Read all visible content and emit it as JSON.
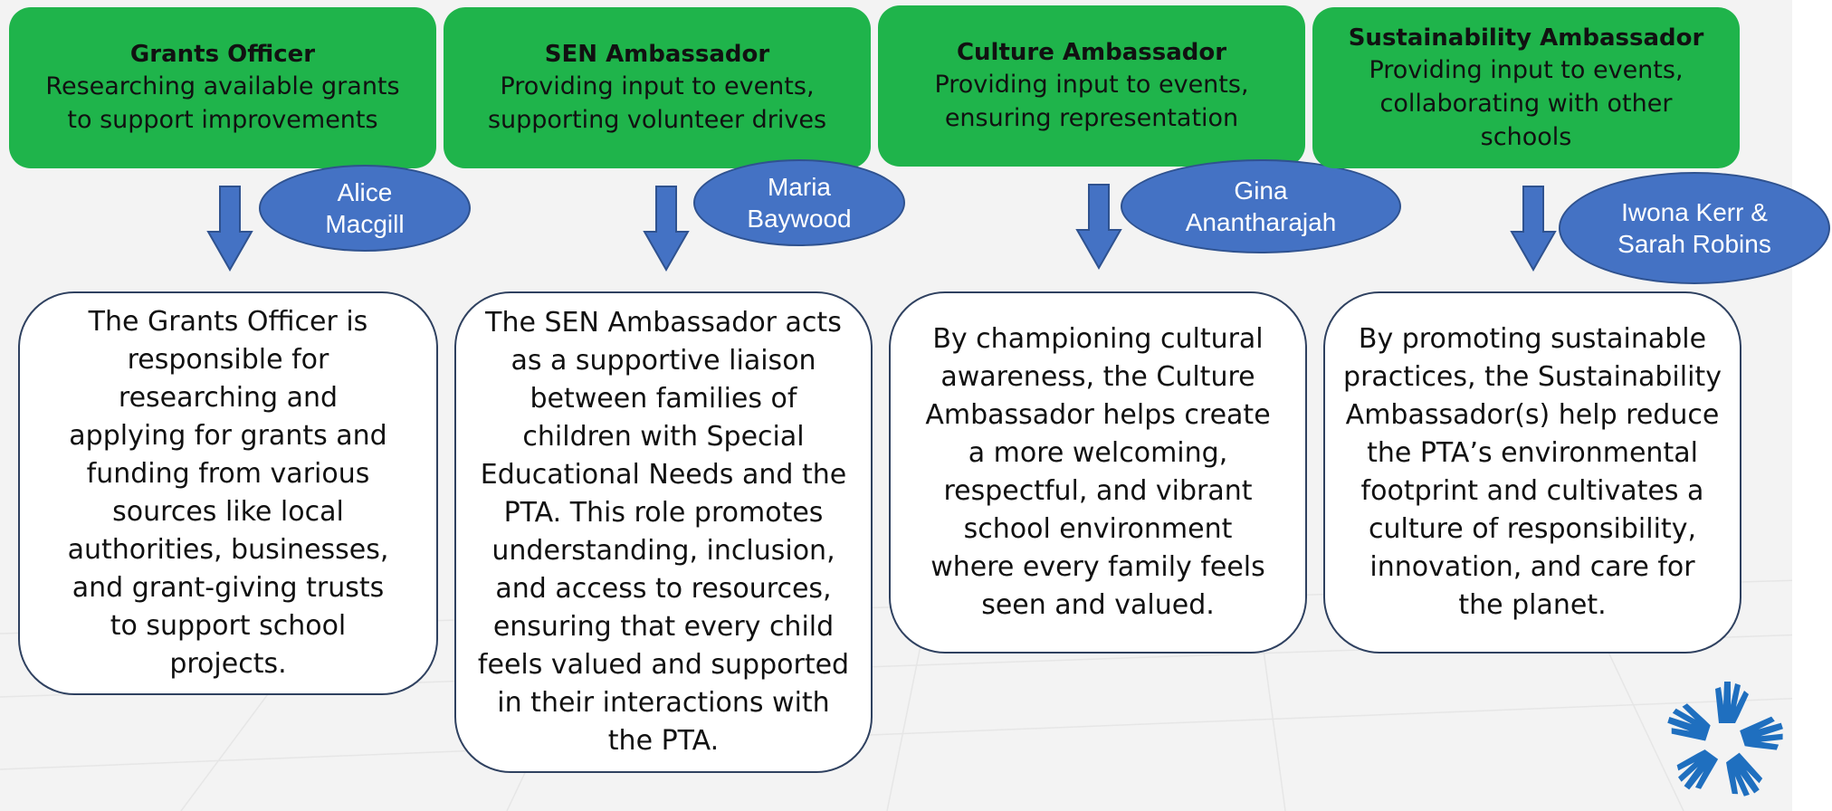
{
  "colors": {
    "role_fill": "#1fb44b",
    "name_fill": "#4472c4",
    "arrow_fill": "#4472c4",
    "box_border": "#2f4160",
    "logo_blue": "#1f6fbf"
  },
  "columns": [
    {
      "role_title": "Grants Officer",
      "role_desc_lines": [
        "Researching available grants",
        "to support improvements"
      ],
      "name_lines": [
        "Alice",
        "Macgill"
      ],
      "description_lines": [
        "The Grants Officer is",
        "responsible for",
        "researching and",
        "applying for grants and",
        "funding from various",
        "sources like local",
        "authorities, businesses,",
        "and grant-giving trusts",
        "to support school",
        "projects."
      ]
    },
    {
      "role_title": "SEN Ambassador",
      "role_desc_lines": [
        "Providing input to events,",
        "supporting volunteer drives"
      ],
      "name_lines": [
        "Maria",
        "Baywood"
      ],
      "description_lines": [
        "The SEN Ambassador acts",
        "as a supportive liaison",
        "between families of",
        "children with Special",
        "Educational Needs and the",
        "PTA. This role promotes",
        "understanding, inclusion,",
        "and access to resources,",
        "ensuring that every child",
        "feels valued and supported",
        "in their interactions with",
        "the PTA."
      ]
    },
    {
      "role_title": "Culture Ambassador",
      "role_desc_lines": [
        "Providing input to events,",
        "ensuring representation"
      ],
      "name_lines": [
        "Gina",
        "Anantharajah"
      ],
      "description_lines": [
        "By championing cultural",
        "awareness, the Culture",
        "Ambassador helps create",
        "a more welcoming,",
        "respectful, and vibrant",
        "school environment",
        "where every family feels",
        "seen and valued."
      ]
    },
    {
      "role_title": "Sustainability Ambassador",
      "role_desc_lines": [
        "Providing input to events,",
        "collaborating with other",
        "schools"
      ],
      "name_lines": [
        "Iwona Kerr &",
        "Sarah Robins"
      ],
      "description_lines": [
        "By promoting sustainable",
        "practices, the Sustainability",
        "Ambassador(s) help reduce",
        "the PTA’s environmental",
        "footprint and cultivates a",
        "culture of responsibility,",
        "innovation, and care for",
        "the planet."
      ]
    }
  ]
}
